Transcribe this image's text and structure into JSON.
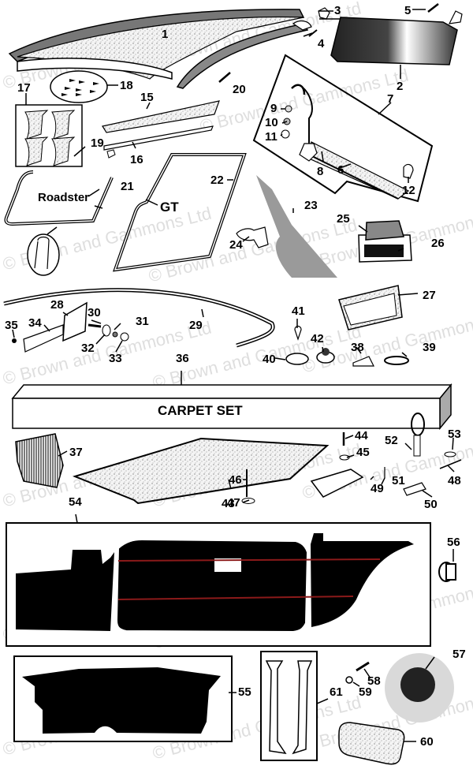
{
  "diagram": {
    "title": "Interior trim and carpet parts",
    "watermark": "© Brown and Gammons Ltd",
    "carpet_box_label": "CARPET SET",
    "variant_labels": {
      "roadster": "Roadster",
      "gt": "GT"
    },
    "colors": {
      "trim_line": "#8b1a1a",
      "ink": "#000000",
      "fill_gray": "#9a9a9a"
    },
    "callouts": [
      "1",
      "2",
      "3",
      "4",
      "5",
      "6",
      "7",
      "8",
      "9",
      "10",
      "11",
      "12",
      "15",
      "16",
      "17",
      "18",
      "19",
      "20",
      "21",
      "22",
      "23",
      "24",
      "25",
      "26",
      "27",
      "28",
      "29",
      "30",
      "31",
      "32",
      "33",
      "34",
      "35",
      "36",
      "37",
      "38",
      "39",
      "40",
      "41",
      "42",
      "43",
      "44",
      "45",
      "46",
      "47",
      "48",
      "49",
      "50",
      "51",
      "52",
      "53",
      "54",
      "55",
      "56",
      "57",
      "58",
      "59",
      "60",
      "61"
    ]
  }
}
